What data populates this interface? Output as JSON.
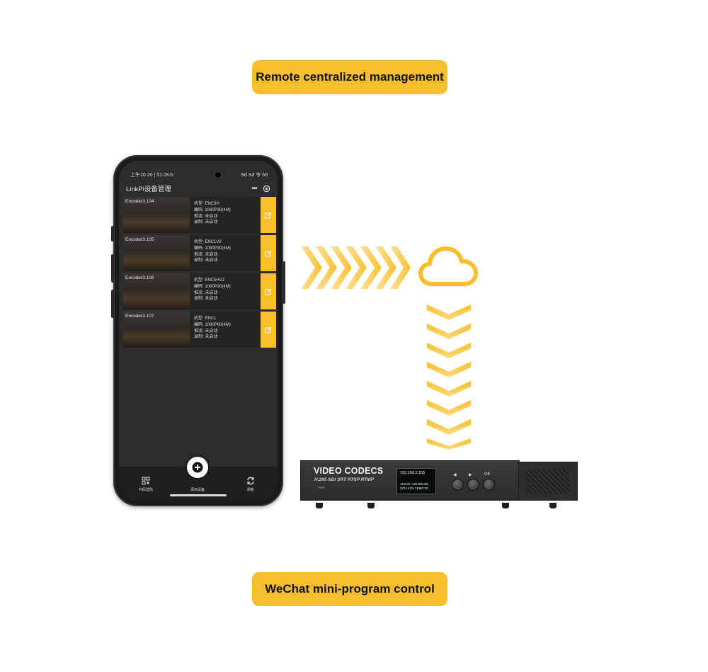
{
  "labels": {
    "top": "Remote centralized management",
    "bottom": "WeChat mini-program control"
  },
  "phone": {
    "status_time": "上午10:20 | 51.0K/s",
    "status_right": "Sd Sd 令 59",
    "app_title": "LinkPi设备管理",
    "menu_icon": "more-dots-icon",
    "devices": [
      {
        "name": "Encoder3.104",
        "model": "机型: ENC5H",
        "encode": "编码: 1080P30(4M)",
        "push": "推流: 未启动",
        "record": "录制: 未启动"
      },
      {
        "name": "Encoder3.105",
        "model": "机型: ENC1V2",
        "encode": "编码: 1080P30(4M)",
        "push": "推流: 未启动",
        "record": "录制: 未启动"
      },
      {
        "name": "Encoder3.106",
        "model": "机型: ENC5HV2",
        "encode": "编码: 1080P30(4M)",
        "push": "推流: 未启动",
        "record": "录制: 未启动"
      },
      {
        "name": "Encoder3.107",
        "model": "机型: ENC1",
        "encode": "编码: 1080P60(4M)",
        "push": "推流: 未启动",
        "record": "录制: 未启动"
      }
    ],
    "tabs": {
      "scan": "扫码登陆",
      "add": "添加设备",
      "refresh": "刷新"
    }
  },
  "device": {
    "title": "VIDEO CODECS",
    "subtitle": "H.265 NDI SRT RTSP RTMP",
    "lcd_ip": "192.168.2.155",
    "lcd_line1": "AUDIO: 44k   BW:OK",
    "lcd_line2": "CPU:42%   TEMP:53",
    "ok_label": "OK",
    "led_label": "PWR"
  },
  "colors": {
    "accent": "#f7bf2b",
    "phone_bg": "#2c2c2e"
  }
}
